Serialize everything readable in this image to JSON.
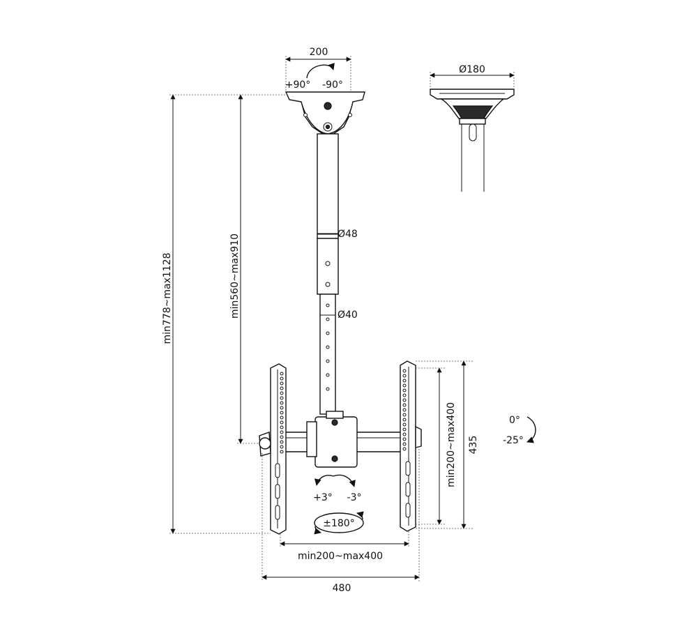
{
  "labels": {
    "top_width": "200",
    "rot_plus90": "+90°",
    "rot_minus90": "-90°",
    "plate_dia": "Ø180",
    "pole_outer": "Ø48",
    "pole_inner": "Ø40",
    "total_height": "min778~max1128",
    "pole_height": "min560~max910",
    "vesa_vertical": "min200~max400",
    "arm_height": "435",
    "tilt_zero": "0°",
    "tilt_minus25": "-25°",
    "swivel_plus3": "+3°",
    "swivel_minus3": "-3°",
    "rotate_180": "±180°",
    "vesa_horizontal": "min200~max400",
    "total_width": "480"
  },
  "colors": {
    "line": "#111111",
    "fill_dark": "#2a2a2a",
    "background": "#ffffff"
  }
}
